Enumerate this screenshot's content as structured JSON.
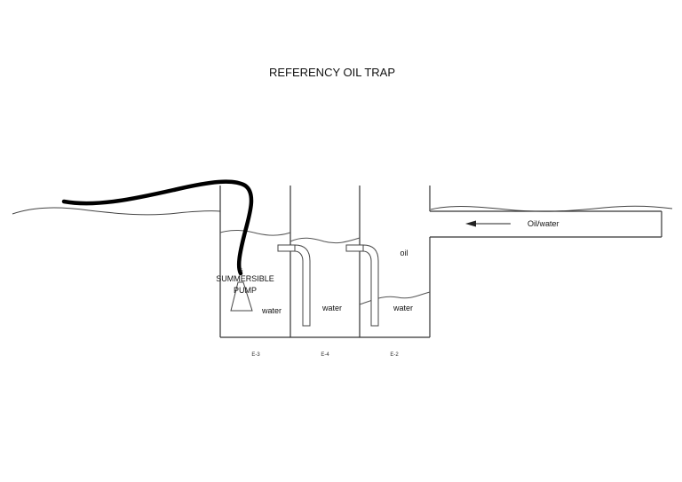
{
  "title": "REFERENCY OIL TRAP",
  "labels": {
    "inflow": "Oil/water",
    "oil": "oil",
    "pump_line1": "SUMMERSIBLE",
    "pump_line2": "PUMP",
    "water_e3": "water",
    "water_e4": "water",
    "water_e2": "water"
  },
  "compartments": [
    {
      "id": "E-3",
      "label": "E-3"
    },
    {
      "id": "E-4",
      "label": "E-4"
    },
    {
      "id": "E-2",
      "label": "E-2"
    }
  ]
}
